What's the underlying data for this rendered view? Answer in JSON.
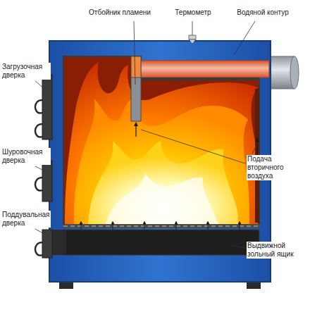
{
  "diagram": {
    "labels": [
      "Отбойник пламени",
      "Термометр",
      "Водяной контур",
      "Загрузочная дверка",
      "Шуровочная дверка",
      "Подача вторичного воздуха",
      "Поддувальная дверка",
      "Выдвижной зольный ящик"
    ]
  }
}
